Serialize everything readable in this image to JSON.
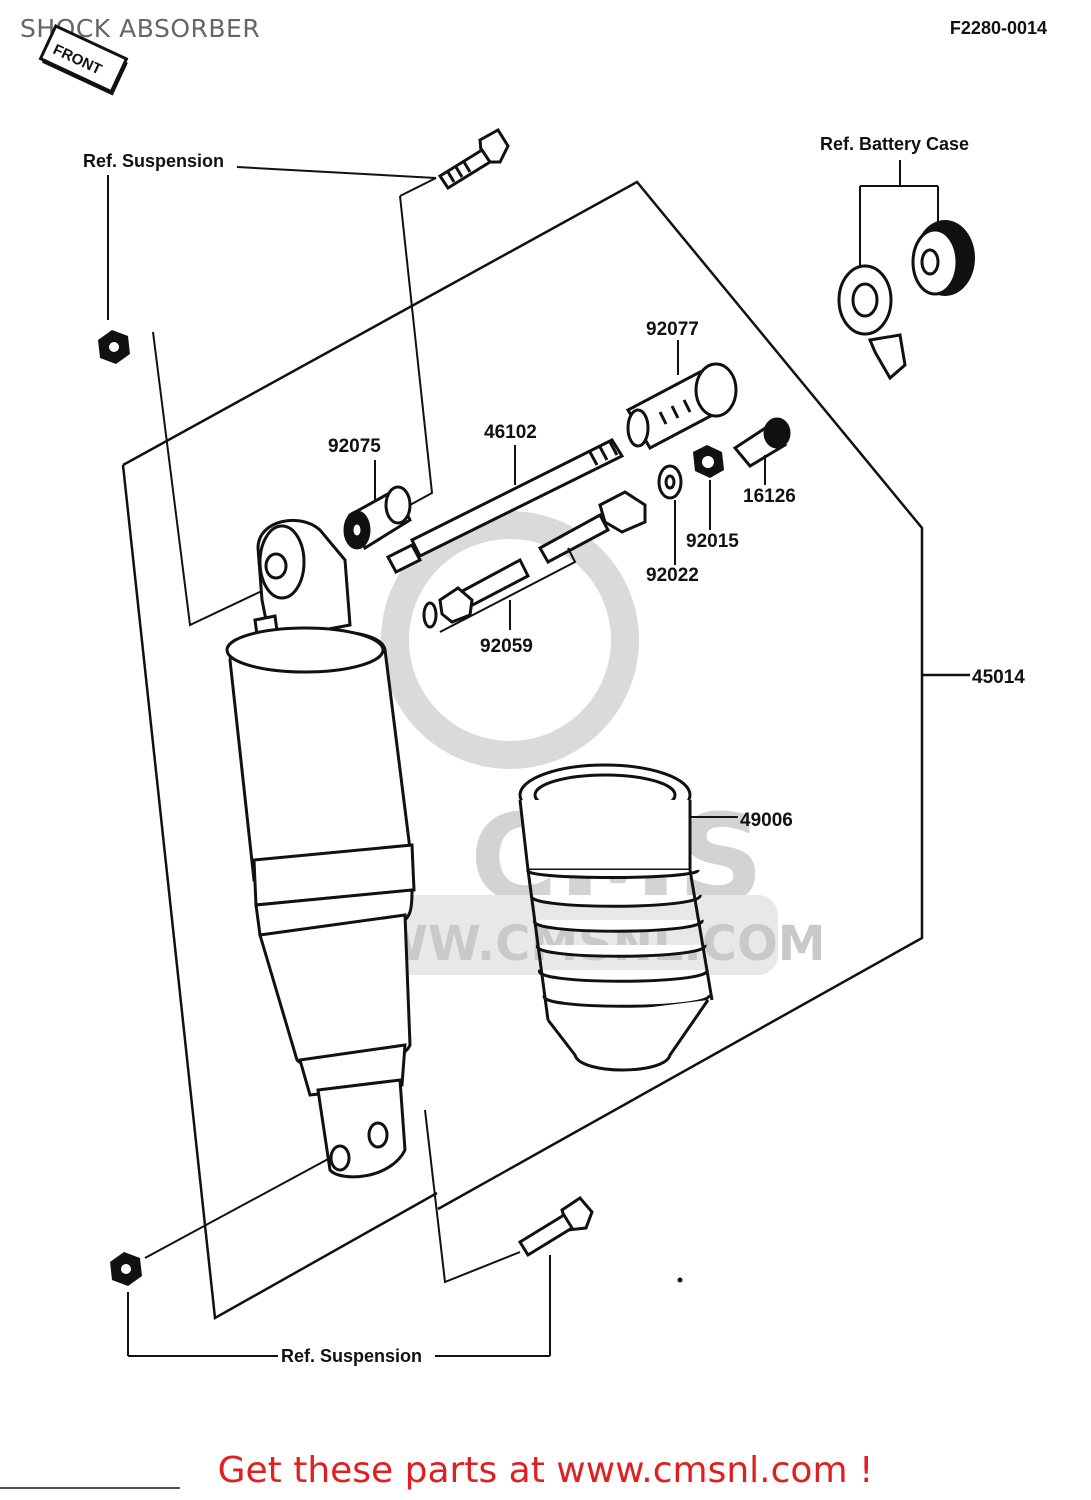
{
  "header": {
    "title": "SHOCK ABSORBER",
    "code": "F2280-0014"
  },
  "front_tag": "FRONT",
  "watermark": {
    "logo_text": "CMS",
    "url_text": "WWW.CMSNL.COM"
  },
  "labels": {
    "ref_suspension_top": "Ref. Suspension",
    "ref_battery_case": "Ref. Battery Case",
    "ref_suspension_bottom": "Ref. Suspension"
  },
  "parts": [
    {
      "id": "92077"
    },
    {
      "id": "92075"
    },
    {
      "id": "46102"
    },
    {
      "id": "16126"
    },
    {
      "id": "92015"
    },
    {
      "id": "92022"
    },
    {
      "id": "92059"
    },
    {
      "id": "45014"
    },
    {
      "id": "49006"
    }
  ],
  "footer": {
    "link_text": "Get these parts at www.cmsnl.com !"
  },
  "colors": {
    "ink": "#111111",
    "watermark": "#cfcfcf",
    "link": "#e02020"
  }
}
